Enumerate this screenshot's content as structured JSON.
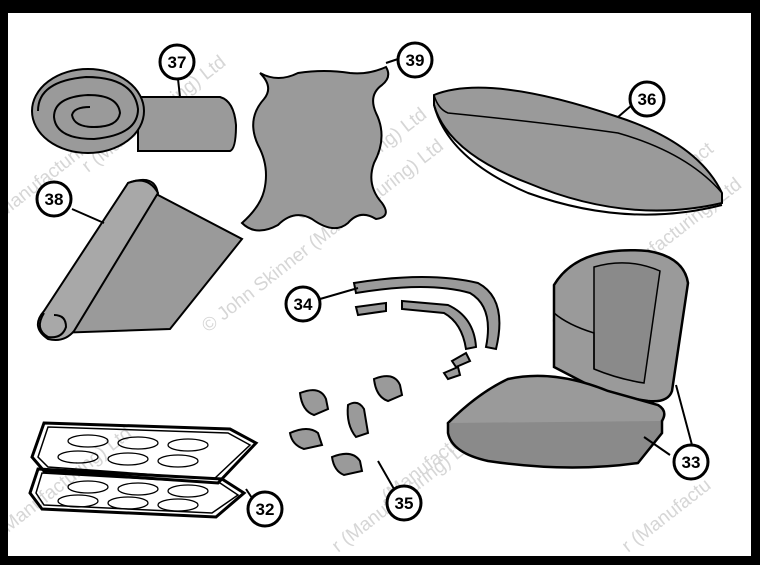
{
  "watermark": {
    "text_a": "© John Skinner (Manufacturing) Ltd",
    "text_b": "Skinner (Manufacturing) Ltd",
    "text_c": "(Manufacturing) Ltd",
    "text_d": "Manufacturing) Ltd",
    "text_e": "r (Manufacturing) Ltd",
    "text_f": "(Manufact",
    "text_g": "r (Manufactu"
  },
  "callouts": [
    {
      "id": "32",
      "label": "32"
    },
    {
      "id": "33",
      "label": "33"
    },
    {
      "id": "34",
      "label": "34"
    },
    {
      "id": "35",
      "label": "35"
    },
    {
      "id": "36",
      "label": "36"
    },
    {
      "id": "37",
      "label": "37"
    },
    {
      "id": "38",
      "label": "38"
    },
    {
      "id": "39",
      "label": "39"
    }
  ],
  "colors": {
    "part_fill": "#9a9a9a",
    "part_dark": "#6e6e6e",
    "outline": "#000000",
    "watermark": "#d6d6d6",
    "background": "#ffffff",
    "frame": "#000000"
  }
}
